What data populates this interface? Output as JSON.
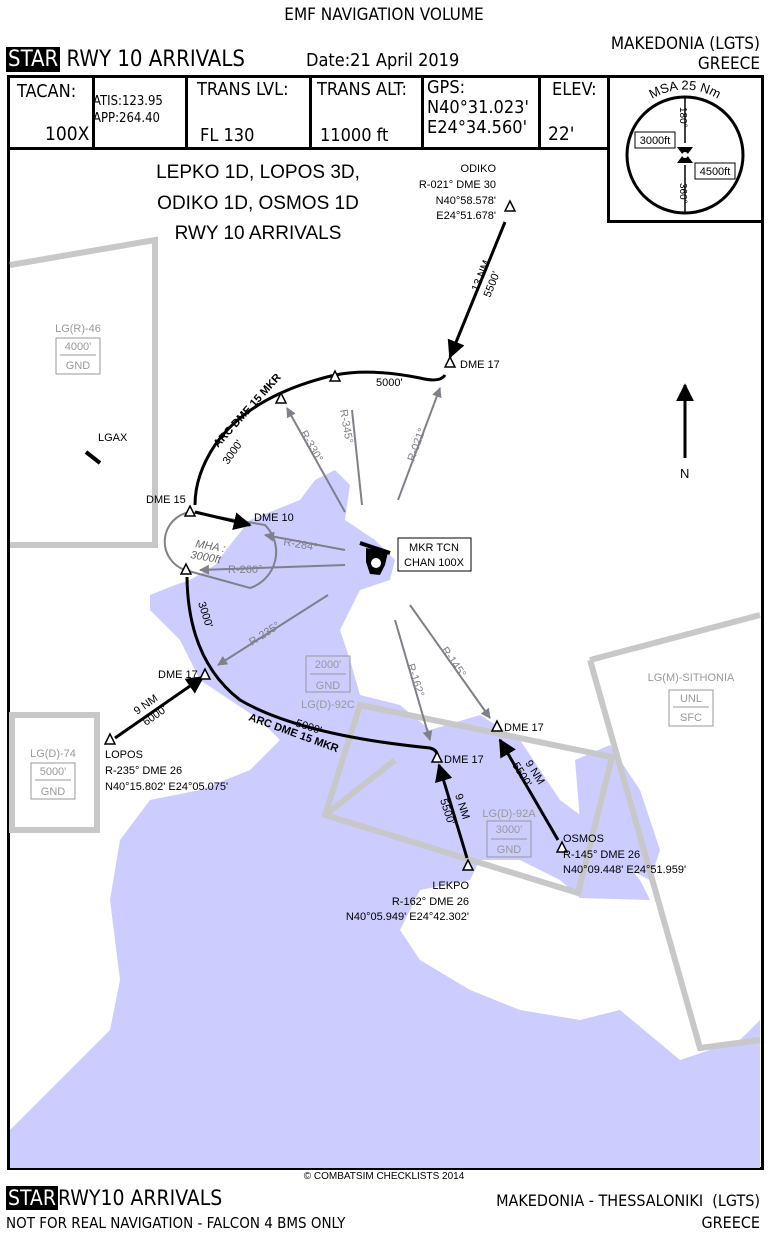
{
  "header": {
    "volume": "EMF NAVIGATION VOLUME",
    "star_badge": "STAR",
    "procedure": "RWY 10 ARRIVALS",
    "date_label": "Date:",
    "date": "21 April 2019",
    "airport": "MAKEDONIA (LGTS)",
    "country": "GREECE"
  },
  "info": {
    "tacan_label": "TACAN:",
    "tacan": "100X",
    "atis": "ATIS:123.95",
    "app": "APP:264.40",
    "trans_lvl_label": "TRANS LVL:",
    "trans_lvl": "FL 130",
    "trans_alt_label": "TRANS ALT:",
    "trans_alt": "11000 ft",
    "gps_label": "GPS:",
    "gps_lat": "N40°31.023'",
    "gps_lon": "E24°34.560'",
    "elev_label": "ELEV:",
    "elev": "22'"
  },
  "msa": {
    "title": "MSA 25 Nm",
    "radial_a": "180°",
    "radial_b": "360°",
    "alt_west": "3000ft",
    "alt_east": "4500ft"
  },
  "chart": {
    "title_lines": [
      "LEPKO 1D, LOPOS 3D,",
      "ODIKO 1D, OSMOS 1D",
      "RWY 10 ARRIVALS"
    ],
    "navaid": {
      "name": "MKR TCN",
      "channel": "CHAN 100X"
    },
    "waypoints": {
      "odiko": [
        "ODIKO",
        "R-021° DME 30",
        "N40°58.578'",
        "E24°51.678'"
      ],
      "lopos": [
        "LOPOS",
        "R-235° DME 26",
        "N40°15.802' E24°05.075'"
      ],
      "lekpo": [
        "LEKPO",
        "R-162° DME 26",
        "N40°05.949' E24°42.302'"
      ],
      "osmos": [
        "OSMOS",
        "R-145° DME 26",
        "N40°09.448' E24°51.959'"
      ]
    },
    "fixes": {
      "dme17": "DME 17",
      "dme15": "DME 15",
      "dme10": "DME 10"
    },
    "legs": {
      "odiko_dist": "13 NM",
      "odiko_alt": "5500'",
      "lopos_dist": "9 NM",
      "lopos_alt": "6000'",
      "lekpo_dist": "9 NM",
      "lekpo_alt": "5500'",
      "osmos_dist": "9 NM",
      "osmos_alt": "5500'",
      "arc_label": "ARC DME 15 MKR",
      "arc_north_alt": "5000'",
      "arc_north_alt2": "3000'",
      "arc_south_alt": "5000'",
      "arc_south_alt2": "3000'"
    },
    "holding": {
      "label": "MHA :",
      "alt": "3000ft"
    },
    "radials": [
      "R-021°",
      "R-345°",
      "R-330°",
      "R-284°",
      "R-260°",
      "R-235°",
      "R-162°",
      "R-145°"
    ],
    "north": "N",
    "lgax": "LGAX",
    "airspaces": {
      "r46": {
        "name": "LG(R)-46",
        "top": "4000'",
        "bottom": "GND"
      },
      "d74": {
        "name": "LG(D)-74",
        "top": "5000'",
        "bottom": "GND"
      },
      "d92c": {
        "name": "LG(D)-92C",
        "top": "2000'",
        "bottom": "GND"
      },
      "d92a": {
        "name": "LG(D)-92A",
        "top": "3000'",
        "bottom": "GND"
      },
      "sithonia": {
        "name": "LG(M)-SITHONIA",
        "top": "UNL",
        "bottom": "SFC"
      }
    },
    "colors": {
      "water": "#ccccff",
      "radial": "#808088",
      "airspace": "#c8c8c8"
    }
  },
  "copyright": "© COMBATSIM CHECKLISTS 2014",
  "footer": {
    "star_badge": "STAR",
    "procedure": "RWY10 ARRIVALS",
    "disclaimer": "NOT FOR REAL NAVIGATION - FALCON 4 BMS ONLY",
    "airport": "MAKEDONIA - THESSALONIKI  (LGTS)",
    "country": "GREECE"
  }
}
